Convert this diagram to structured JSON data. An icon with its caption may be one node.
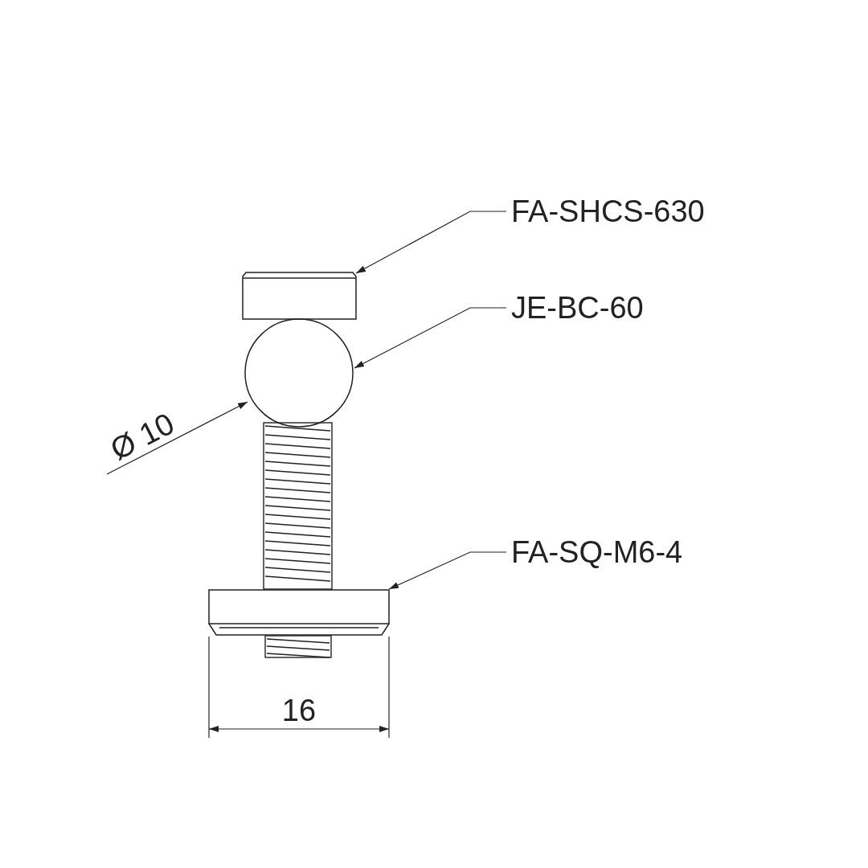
{
  "diagram": {
    "nodes": [
      {
        "text": [
          "FA-SHCS-630"
        ]
      },
      {
        "text": [],
        "shape": "box"
      },
      {
        "text": [
          "JE-BC-60"
        ]
      },
      {
        "text": [],
        "shape": "circle"
      },
      {
        "text": [
          "FA-SQ-M6-4"
        ]
      },
      {
        "text": [],
        "shape": "box"
      }
    ],
    "edges": [
      {
        "from": 0,
        "to": 1,
        "arrow": "to"
      },
      {
        "from": 2,
        "to": 3,
        "arrow": "to"
      },
      {
        "from": 4,
        "to": 5,
        "arrow": "to"
      }
    ],
    "labels": [
      "Ø 10",
      "16"
    ]
  }
}
